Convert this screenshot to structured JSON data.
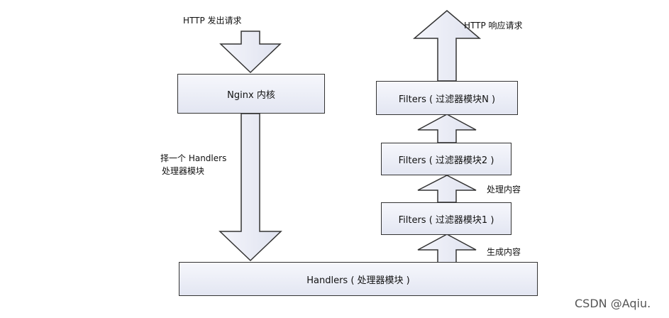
{
  "diagram": {
    "label_http_request": "HTTP 发出请求",
    "label_http_response": "HTTP 响应请求",
    "box_nginx_core": "Nginx 内核",
    "label_select_line1": "择一个 Handlers",
    "label_select_line2": "处理器模块",
    "box_handlers": "Handlers ( 处理器模块 )",
    "box_filter_n": "Filters ( 过滤器模块N )",
    "box_filter_2": "Filters ( 过滤器模块2 )",
    "box_filter_1": "Filters ( 过滤器模块1 )",
    "label_process_content": "处理内容",
    "label_generate_content": "生成内容"
  },
  "watermark": "CSDN @Aqiu."
}
